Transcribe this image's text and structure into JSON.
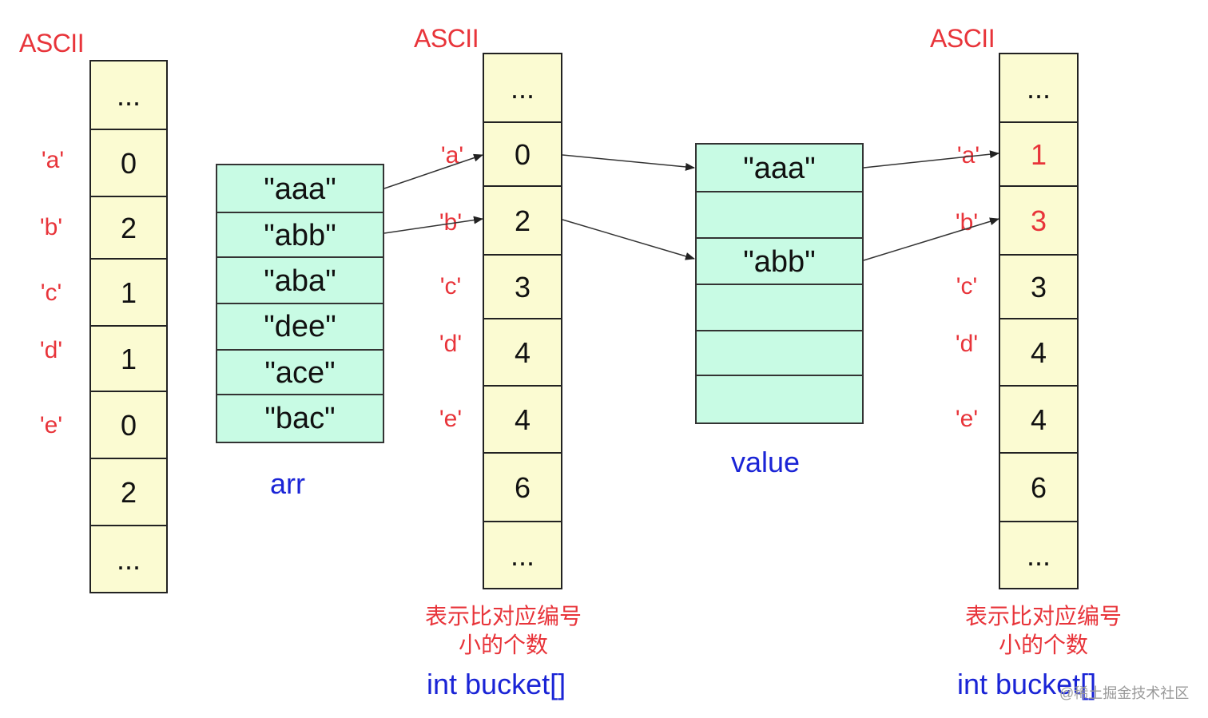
{
  "headers": {
    "left": "ASCII",
    "middle": "ASCII",
    "right": "ASCII"
  },
  "keys": [
    "'a'",
    "'b'",
    "'c'",
    "'d'",
    "'e'"
  ],
  "count_column": [
    "...",
    "0",
    "2",
    "1",
    "1",
    "0",
    "2",
    "..."
  ],
  "arr": {
    "label": "arr",
    "items": [
      "\"aaa\"",
      "\"abb\"",
      "\"aba\"",
      "\"dee\"",
      "\"ace\"",
      "\"bac\""
    ]
  },
  "bucket_middle": {
    "cells": [
      "...",
      "0",
      "2",
      "3",
      "4",
      "4",
      "6",
      "..."
    ],
    "caption_line1": "表示比对应编号",
    "caption_line2": "小的个数",
    "label": "int bucket[]"
  },
  "value": {
    "label": "value",
    "items": [
      "\"aaa\"",
      "",
      "\"abb\"",
      "",
      "",
      ""
    ]
  },
  "bucket_right": {
    "cells": [
      "...",
      "1",
      "3",
      "3",
      "4",
      "4",
      "6",
      "..."
    ],
    "highlight_color": "#e8343a",
    "caption_line1": "表示比对应编号",
    "caption_line2": "小的个数",
    "label": "int bucket[]"
  },
  "watermark": "@稀土掘金技术社区",
  "colors": {
    "key_red": "#e8343a",
    "label_blue": "#1a24d6",
    "cell_yellow": "#fbfbd2",
    "cell_green": "#c8fbe4"
  }
}
